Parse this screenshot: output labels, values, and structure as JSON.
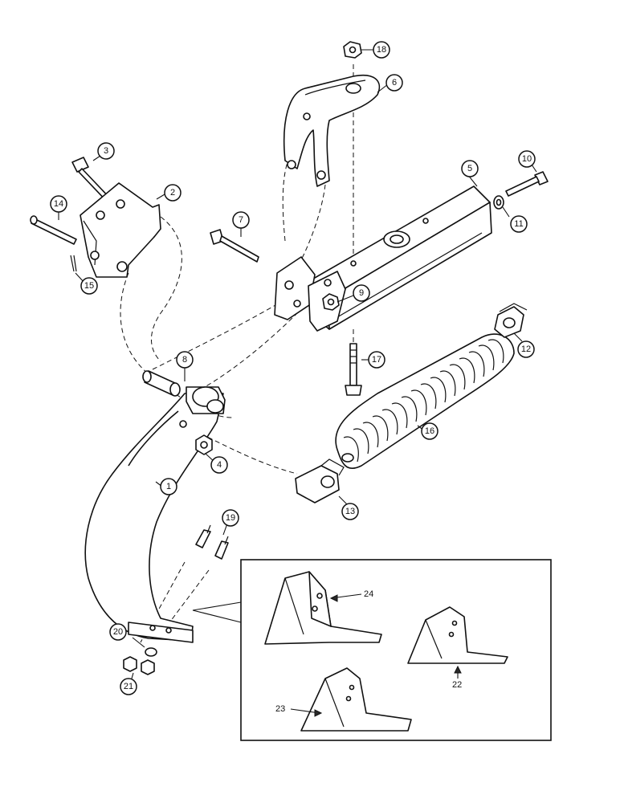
{
  "callouts": [
    {
      "id": "1",
      "label": "1"
    },
    {
      "id": "2",
      "label": "2"
    },
    {
      "id": "3",
      "label": "3"
    },
    {
      "id": "4",
      "label": "4"
    },
    {
      "id": "5",
      "label": "5"
    },
    {
      "id": "6",
      "label": "6"
    },
    {
      "id": "7",
      "label": "7"
    },
    {
      "id": "8",
      "label": "8"
    },
    {
      "id": "9",
      "label": "9"
    },
    {
      "id": "10",
      "label": "10"
    },
    {
      "id": "11",
      "label": "11"
    },
    {
      "id": "12",
      "label": "12"
    },
    {
      "id": "13",
      "label": "13"
    },
    {
      "id": "14",
      "label": "14"
    },
    {
      "id": "15",
      "label": "15"
    },
    {
      "id": "16",
      "label": "16"
    },
    {
      "id": "17",
      "label": "17"
    },
    {
      "id": "18",
      "label": "18"
    },
    {
      "id": "19",
      "label": "19"
    },
    {
      "id": "20",
      "label": "20"
    },
    {
      "id": "21",
      "label": "21"
    }
  ],
  "inset_labels": {
    "sweep_24": "24",
    "sweep_22": "22",
    "sweep_23": "23"
  }
}
